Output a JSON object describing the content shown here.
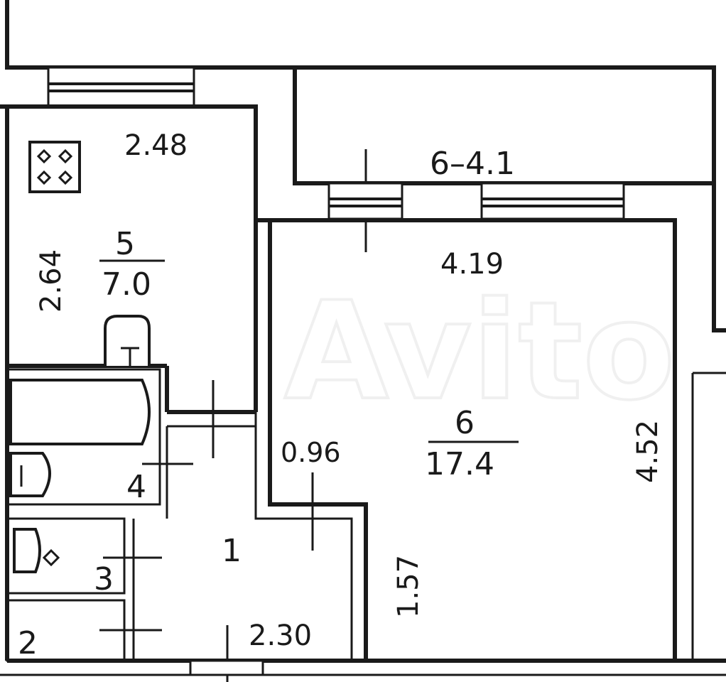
{
  "watermark": "Avito",
  "balcony": {
    "label": "6–4.1"
  },
  "rooms": {
    "main_room": {
      "number": "6",
      "area": "17.4",
      "width": "4.19",
      "length": "4.52"
    },
    "kitchen": {
      "number": "5",
      "area": "7.0",
      "width": "2.48",
      "length": "2.64"
    },
    "hall": {
      "number": "1",
      "width": "2.30",
      "depth": "1.57",
      "passage": "0.96"
    },
    "bathroom": {
      "number": "4"
    },
    "toilet": {
      "number": "3"
    },
    "closet": {
      "number": "2"
    }
  }
}
